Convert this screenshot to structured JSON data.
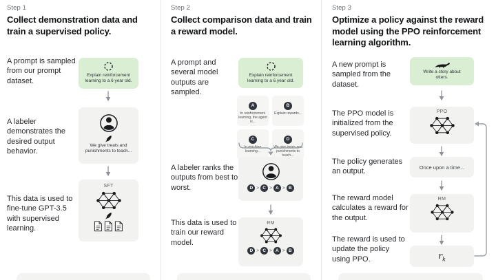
{
  "colors": {
    "accent_green": "#d9eed3",
    "box_gray": "#f2f2f0",
    "badge_dark": "#30353c"
  },
  "columns": [
    {
      "step": "Step 1",
      "title": "Collect demonstration data and train a supervised policy.",
      "caption_prompt": "A prompt is sampled from our prompt dataset.",
      "prompt_box": "Explain reinforcement learning to a 6 year old.",
      "caption_labeler": "A labeler demonstrates the desired output behavior.",
      "labeler_box": "We give treats and punishments to teach...",
      "caption_finetune": "This data is used to fine-tune GPT-3.5 with supervised learning.",
      "model_label": "SFT"
    },
    {
      "step": "Step 2",
      "title": "Collect comparison data and train a reward model.",
      "caption_prompt": "A prompt and several model outputs are sampled.",
      "prompt_box": "Explain reinforcement learning to a 6 year old.",
      "outputs": [
        {
          "letter": "A",
          "text": "In reinforcement learning, the agent is..."
        },
        {
          "letter": "B",
          "text": "Explain rewards..."
        },
        {
          "letter": "C",
          "text": "In machine learning..."
        },
        {
          "letter": "D",
          "text": "We give treats and punishments to teach..."
        }
      ],
      "caption_rank": "A labeler ranks the outputs from best to worst.",
      "ranking": [
        "D",
        "C",
        "A",
        "B"
      ],
      "rank_separator": ">",
      "caption_rm": "This data is used to train our reward model.",
      "model_label": "RM"
    },
    {
      "step": "Step 3",
      "title": "Optimize a policy against the reward model using the PPO reinforcement learning algorithm.",
      "caption_prompt": "A new prompt is sampled from the dataset.",
      "prompt_box": "Write a story about otters.",
      "caption_ppo": "The PPO model is initialized from the supervised policy.",
      "ppo_label": "PPO",
      "caption_output": "The policy generates an output.",
      "output_box": "Once upon a time...",
      "caption_reward_model": "The reward model calculates a reward for the output.",
      "rm_label": "RM",
      "caption_update": "The reward is used to update the policy using PPO.",
      "reward_symbol": "r",
      "reward_subscript": "k"
    }
  ]
}
